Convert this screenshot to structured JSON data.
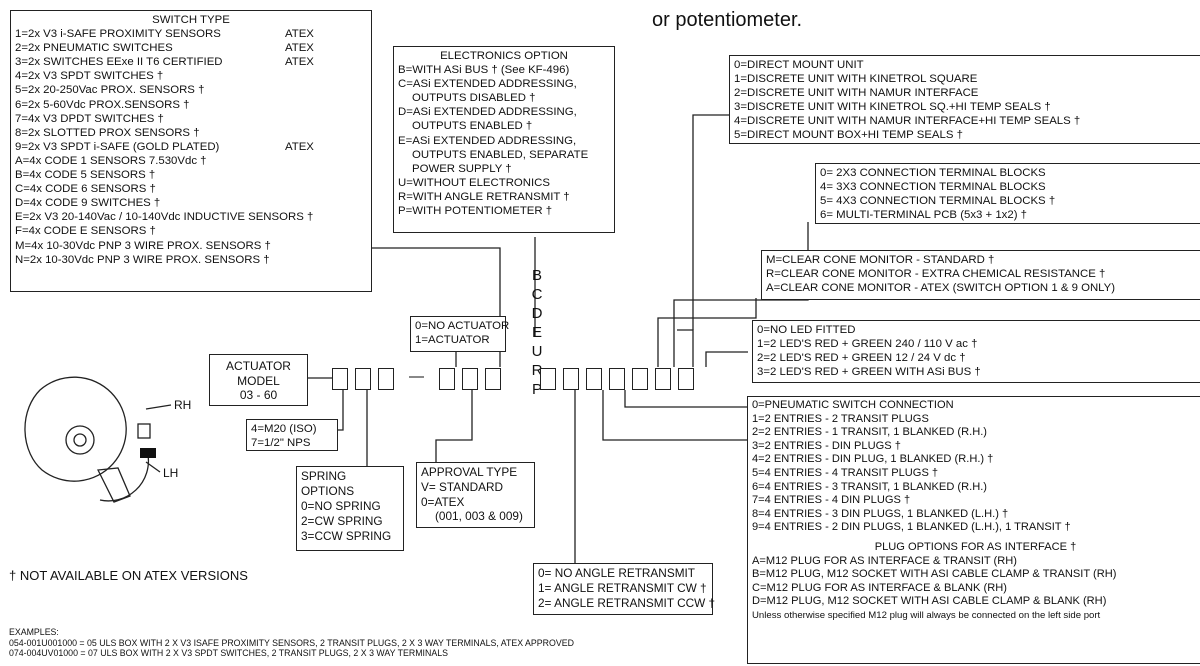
{
  "top_fragment": "or potentiometer.",
  "switch_type": {
    "title": "SWITCH TYPE",
    "items": [
      "1=2x V3 i-SAFE PROXIMITY SENSORS",
      "2=2x PNEUMATIC SWITCHES",
      "3=2x SWITCHES EExe II T6 CERTIFIED",
      "4=2x V3 SPDT SWITCHES †",
      "5=2x 20-250Vac PROX. SENSORS †",
      "6=2x 5-60Vdc PROX.SENSORS †",
      "7=4x V3 DPDT SWITCHES †",
      "8=2x SLOTTED PROX SENSORS †",
      "9=2x V3 SPDT i-SAFE (GOLD PLATED)",
      "A=4x CODE 1 SENSORS 7.530Vdc †",
      "B=4x CODE 5 SENSORS †",
      "C=4x CODE 6 SENSORS †",
      "D=4x CODE 9 SWITCHES †",
      "E=2x V3 20-140Vac / 10-140Vdc INDUCTIVE SENSORS †",
      "F=4x CODE E SENSORS †",
      "M=4x 10-30Vdc PNP 3 WIRE PROX. SENSORS †",
      "N=2x 10-30Vdc PNP 3 WIRE PROX. SENSORS †"
    ],
    "atex": [
      "ATEX",
      "ATEX",
      "ATEX",
      "ATEX"
    ]
  },
  "electronics": {
    "title": "ELECTRONICS OPTION",
    "items": [
      "B=WITH ASi BUS † (See KF-496)",
      "C=ASi EXTENDED ADDRESSING,",
      "OUTPUTS DISABLED †",
      "D=ASi EXTENDED ADDRESSING,",
      "OUTPUTS ENABLED †",
      "E=ASi EXTENDED ADDRESSING,",
      "OUTPUTS ENABLED, SEPARATE",
      "POWER SUPPLY †",
      "U=WITHOUT ELECTRONICS",
      "R=WITH ANGLE RETRANSMIT †",
      "P=WITH POTENTIOMETER †"
    ],
    "letters": [
      "B",
      "C",
      "D",
      "E",
      "U",
      "R",
      "P"
    ]
  },
  "mount": {
    "items": [
      "0=DIRECT MOUNT UNIT",
      "1=DISCRETE UNIT WITH KINETROL SQUARE",
      "2=DISCRETE UNIT WITH NAMUR INTERFACE",
      "3=DISCRETE UNIT WITH KINETROL SQ.+HI TEMP SEALS †",
      "4=DISCRETE UNIT WITH NAMUR INTERFACE+HI TEMP SEALS †",
      "5=DIRECT MOUNT BOX+HI TEMP SEALS †"
    ]
  },
  "terminals": {
    "items": [
      "0= 2X3 CONNECTION TERMINAL BLOCKS",
      "4= 3X3 CONNECTION TERMINAL BLOCKS",
      "5= 4X3 CONNECTION TERMINAL BLOCKS †",
      "6= MULTI-TERMINAL PCB (5x3 + 1x2) †"
    ]
  },
  "monitor": {
    "items": [
      "M=CLEAR CONE MONITOR - STANDARD †",
      "R=CLEAR CONE MONITOR - EXTRA CHEMICAL RESISTANCE †",
      "A=CLEAR CONE MONITOR - ATEX (SWITCH OPTION 1 & 9 ONLY)"
    ]
  },
  "led": {
    "items": [
      "0=NO LED FITTED",
      "1=2 LED'S RED + GREEN 240 / 110 V ac †",
      "2=2 LED'S RED + GREEN 12 / 24 V dc †",
      "3=2 LED'S RED + GREEN WITH ASi BUS †"
    ]
  },
  "actuator_flag": {
    "items": [
      "0=NO ACTUATOR",
      "1=ACTUATOR"
    ]
  },
  "actuator_model": {
    "items": [
      "ACTUATOR",
      "MODEL",
      "03 - 60"
    ]
  },
  "dash": "—",
  "thread": {
    "items": [
      "4=M20 (ISO)",
      "7=1/2\" NPS"
    ]
  },
  "spring": {
    "items": [
      "SPRING",
      "OPTIONS",
      "0=NO SPRING",
      "2=CW SPRING",
      "3=CCW SPRING"
    ]
  },
  "approval": {
    "items": [
      "APPROVAL TYPE",
      "V= STANDARD",
      "0=ATEX",
      "(001, 003 & 009)"
    ]
  },
  "angle": {
    "items": [
      "0= NO ANGLE RETRANSMIT",
      "1= ANGLE RETRANSMIT CW †",
      "2= ANGLE RETRANSMIT CCW †"
    ]
  },
  "connections": {
    "items": [
      "0=PNEUMATIC SWITCH CONNECTION",
      "1=2 ENTRIES - 2 TRANSIT PLUGS",
      "2=2 ENTRIES - 1 TRANSIT, 1 BLANKED (R.H.)",
      "3=2 ENTRIES - DIN PLUGS †",
      "4=2 ENTRIES - DIN PLUG, 1 BLANKED (R.H.) †",
      "5=4 ENTRIES - 4 TRANSIT PLUGS †",
      "6=4 ENTRIES - 3 TRANSIT, 1 BLANKED (R.H.)",
      "7=4 ENTRIES - 4 DIN PLUGS †",
      "8=4 ENTRIES - 3 DIN PLUGS, 1 BLANKED (L.H.) †",
      "9=4 ENTRIES - 2 DIN PLUGS, 1 BLANKED (L.H.), 1 TRANSIT †"
    ],
    "plug_title": "PLUG OPTIONS FOR AS INTERFACE †",
    "plug_items": [
      "A=M12 PLUG FOR AS INTERFACE & TRANSIT (RH)",
      "B=M12 PLUG, M12 SOCKET WITH ASI CABLE CLAMP & TRANSIT (RH)",
      "C=M12 PLUG FOR AS INTERFACE & BLANK (RH)",
      "D=M12 PLUG, M12 SOCKET WITH ASI CABLE CLAMP & BLANK (RH)"
    ],
    "note": "Unless otherwise specified M12 plug will always be connected on the left side port"
  },
  "actuator_labels": {
    "rh": "RH",
    "lh": "LH"
  },
  "footnote": "† NOT AVAILABLE ON ATEX VERSIONS",
  "examples": {
    "title": "EXAMPLES:",
    "lines": [
      "054-001U001000 = 05 ULS BOX WITH 2 X V3 ISAFE PROXIMITY SENSORS, 2 TRANSIT PLUGS, 2 X 3 WAY TERMINALS, ATEX APPROVED",
      "074-004UV01000 = 07 ULS BOX WITH 2 X V3 SPDT SWITCHES, 2 TRANSIT PLUGS, 2 X 3 WAY TERMINALS"
    ]
  }
}
